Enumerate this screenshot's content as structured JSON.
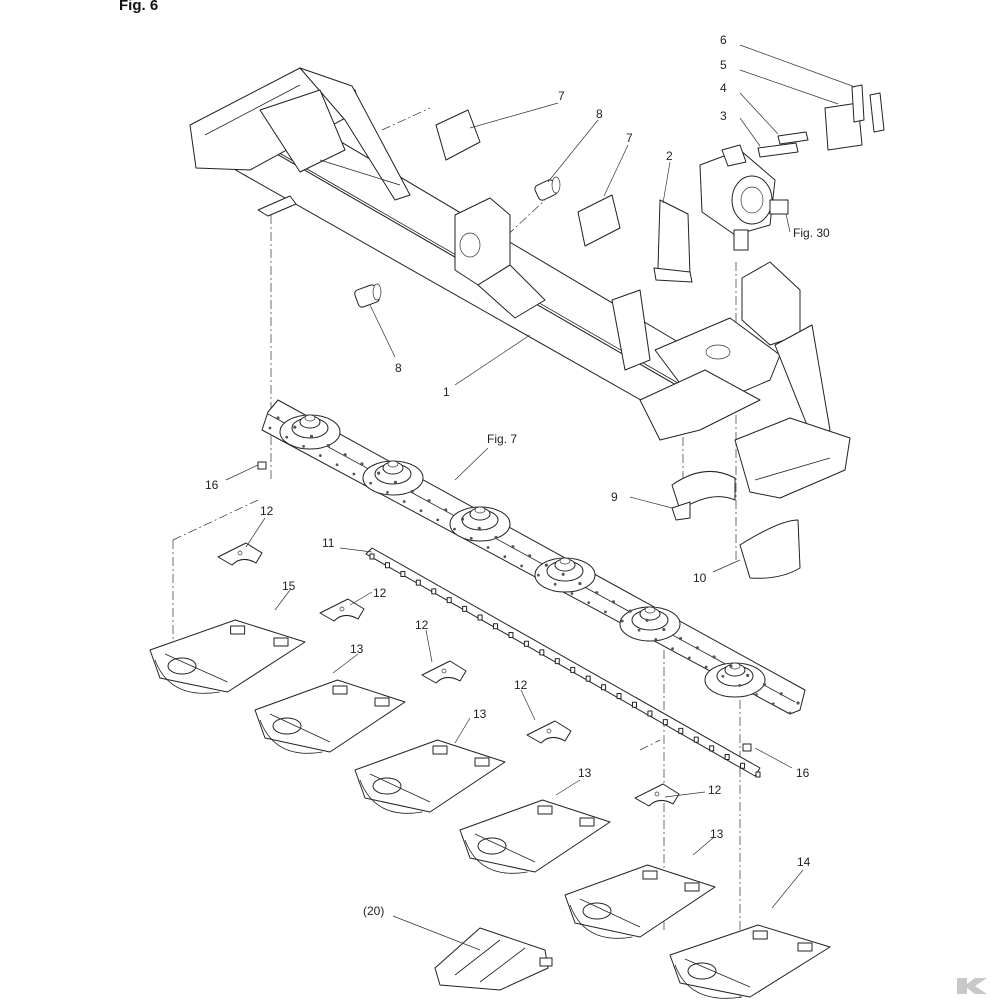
{
  "figure": {
    "title": "Fig. 6"
  },
  "callouts": [
    {
      "id": "c6",
      "text": "6"
    },
    {
      "id": "c5",
      "text": "5"
    },
    {
      "id": "c4",
      "text": "4"
    },
    {
      "id": "c3",
      "text": "3"
    },
    {
      "id": "c7a",
      "text": "7"
    },
    {
      "id": "c8a",
      "text": "8"
    },
    {
      "id": "c7b",
      "text": "7"
    },
    {
      "id": "c2",
      "text": "2"
    },
    {
      "id": "cfig30",
      "text": "Fig. 30"
    },
    {
      "id": "c8b",
      "text": "8"
    },
    {
      "id": "c1",
      "text": "1"
    },
    {
      "id": "cfig7",
      "text": "Fig. 7"
    },
    {
      "id": "c16a",
      "text": "16"
    },
    {
      "id": "c9",
      "text": "9"
    },
    {
      "id": "c12a",
      "text": "12"
    },
    {
      "id": "c11",
      "text": "11"
    },
    {
      "id": "c10",
      "text": "10"
    },
    {
      "id": "c15",
      "text": "15"
    },
    {
      "id": "c12b",
      "text": "12"
    },
    {
      "id": "c13a",
      "text": "13"
    },
    {
      "id": "c12c",
      "text": "12"
    },
    {
      "id": "c12d",
      "text": "12"
    },
    {
      "id": "c13b",
      "text": "13"
    },
    {
      "id": "c16b",
      "text": "16"
    },
    {
      "id": "c13c",
      "text": "13"
    },
    {
      "id": "c12e",
      "text": "12"
    },
    {
      "id": "c13d",
      "text": "13"
    },
    {
      "id": "c14",
      "text": "14"
    },
    {
      "id": "c20",
      "text": "(20)"
    }
  ],
  "logo": {
    "icon": "brand-k-logo-icon",
    "color": "#c8c8c8"
  }
}
